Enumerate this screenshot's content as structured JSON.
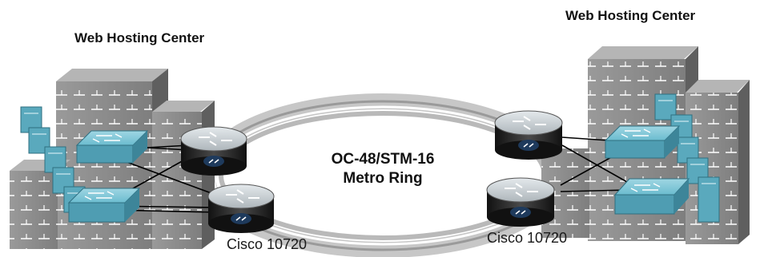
{
  "sites": {
    "left": {
      "title": "Web Hosting Center",
      "router_label": "Cisco 10720"
    },
    "right": {
      "title": "Web Hosting Center",
      "router_label": "Cisco 10720"
    }
  },
  "ring": {
    "line1": "OC-48/STM-16",
    "line2": "Metro Ring"
  },
  "colors": {
    "building": "#8a8a8a",
    "building_dark": "#5a5a5a",
    "server": "#5aa9bd",
    "switch": "#5fb0c4",
    "router": "#2a2a2a",
    "router_top": "#c9cfd3",
    "ring": "#a9a9a9",
    "link": "#000000"
  },
  "icons": [
    "building-icon",
    "server-icon",
    "switch-icon",
    "router-icon",
    "metro-ring-icon"
  ]
}
